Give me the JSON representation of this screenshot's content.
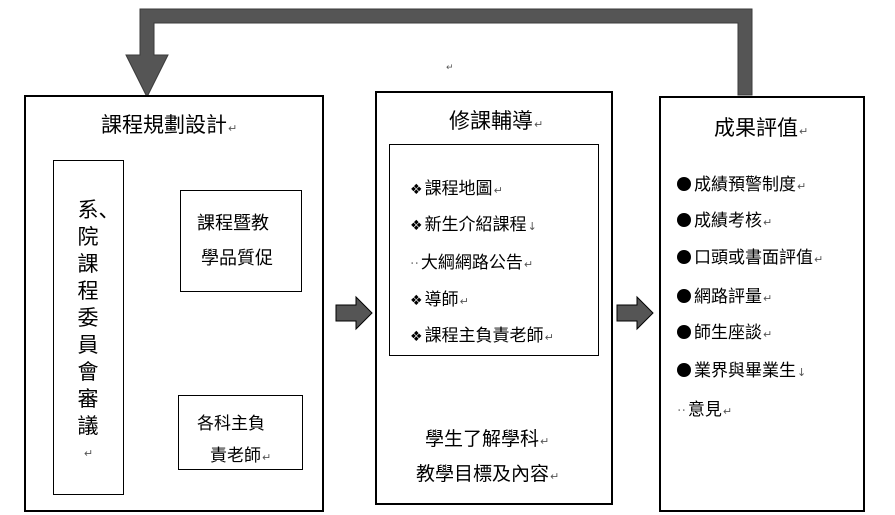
{
  "section1": {
    "title": "課程規劃設計",
    "committee": "系、院課程委員會審議",
    "box_a": [
      "課程暨教",
      "學品質促"
    ],
    "box_b": [
      "各科主負",
      "責老師"
    ]
  },
  "section2": {
    "title": "修課輔導",
    "items": [
      "課程地圖",
      "新生介紹課程",
      "大綱網路公告",
      "導師",
      "課程主負責老師"
    ],
    "outcome": [
      "學生了解學科",
      "教學目標及內容"
    ]
  },
  "section3": {
    "title": "成果評值",
    "items": [
      "成績預警制度",
      "成績考核",
      "口頭或書面評值",
      "網路評量",
      "師生座談",
      "業界與畢業生",
      "意見"
    ]
  },
  "colors": {
    "arrow": "#555555",
    "border": "#000000"
  }
}
